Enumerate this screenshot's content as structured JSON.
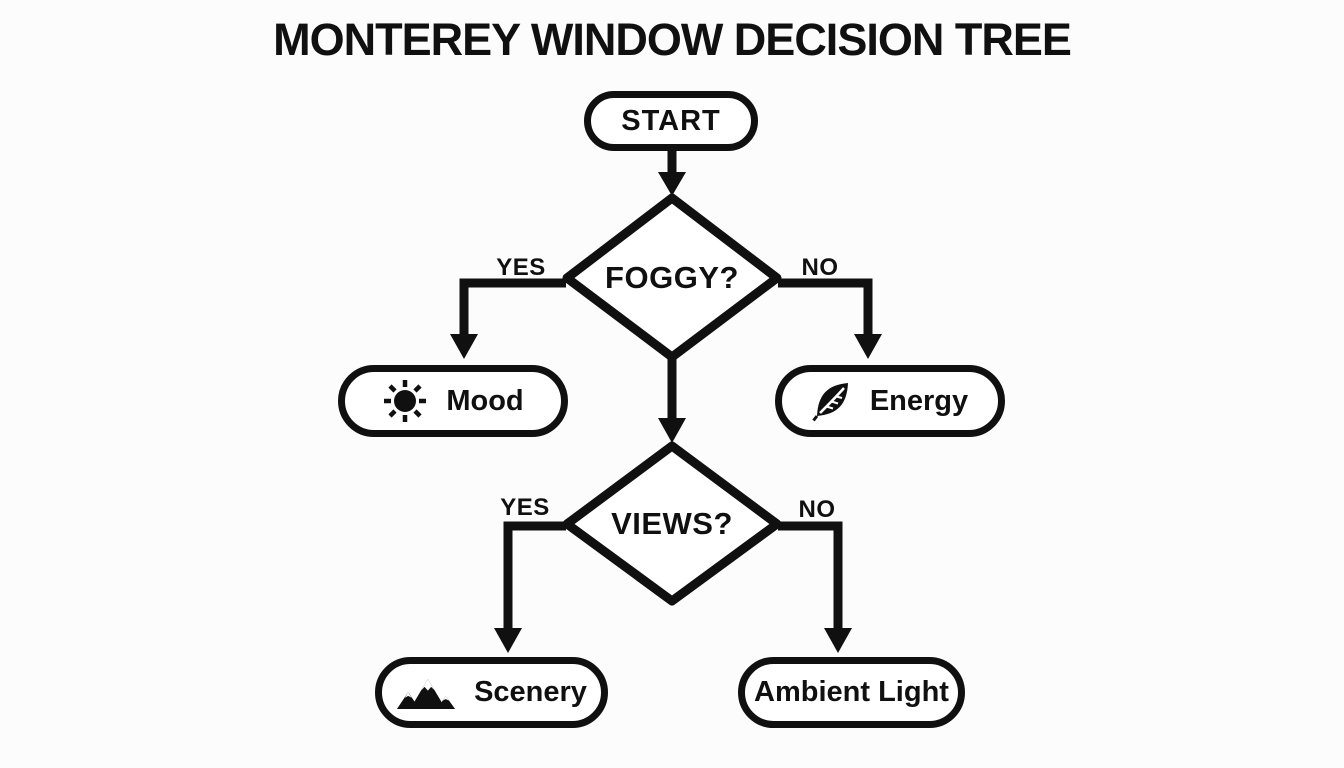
{
  "title": "MONTEREY WINDOW DECISION TREE",
  "nodes": {
    "start": {
      "label": "START",
      "type": "terminal"
    },
    "foggy": {
      "label": "FOGGY?",
      "type": "decision"
    },
    "views": {
      "label": "VIEWS?",
      "type": "decision"
    },
    "mood": {
      "label": "Mood",
      "type": "outcome",
      "icon": "sun-icon"
    },
    "energy": {
      "label": "Energy",
      "type": "outcome",
      "icon": "leaf-icon"
    },
    "scenery": {
      "label": "Scenery",
      "type": "outcome",
      "icon": "mountain-icon"
    },
    "ambient_light": {
      "label": "Ambient Light",
      "type": "outcome",
      "icon": ""
    }
  },
  "edges": [
    {
      "from": "start",
      "to": "foggy",
      "label": ""
    },
    {
      "from": "foggy",
      "to": "mood",
      "label": "YES"
    },
    {
      "from": "foggy",
      "to": "energy",
      "label": "NO"
    },
    {
      "from": "foggy",
      "to": "views",
      "label": ""
    },
    {
      "from": "views",
      "to": "scenery",
      "label": "YES"
    },
    {
      "from": "views",
      "to": "ambient_light",
      "label": "NO"
    }
  ],
  "colors": {
    "ink": "#101010",
    "node_fill": "#ffffff",
    "background": "#fcfcfc"
  }
}
